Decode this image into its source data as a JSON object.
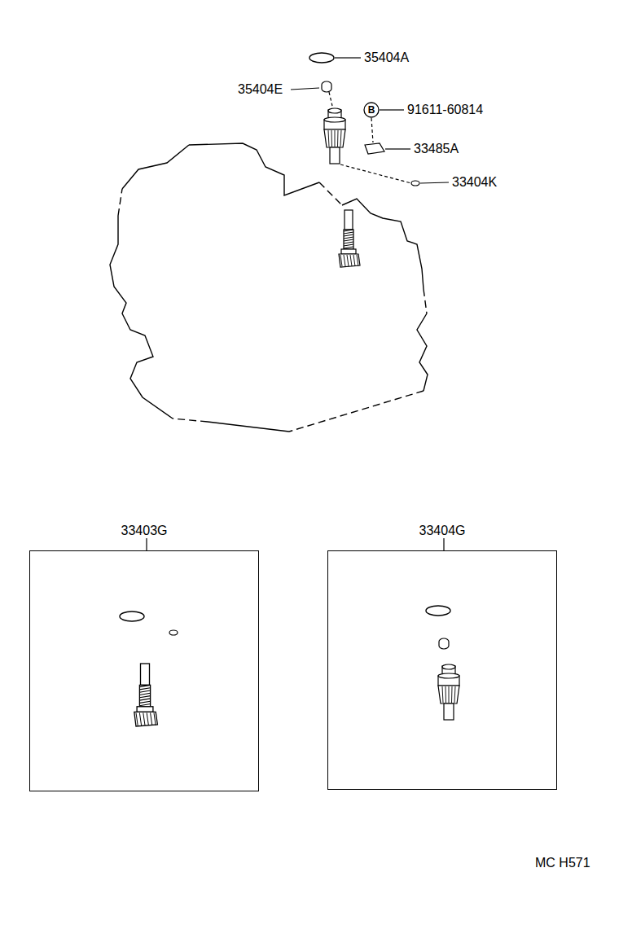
{
  "diagram": {
    "nodes": [
      {
        "text": [
          "33403G"
        ]
      },
      {
        "text": [
          "33404G"
        ]
      }
    ],
    "labels": [
      "35404A",
      "35404E",
      "B",
      "91611-60814",
      "33485A",
      "33404K",
      "MC H571"
    ]
  }
}
